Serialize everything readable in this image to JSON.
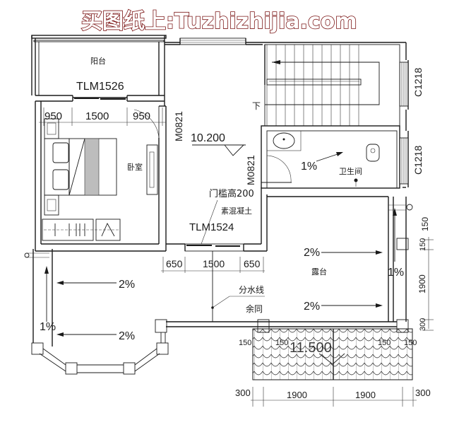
{
  "watermark": {
    "text": "买图纸上:Tuzhizhijia.com",
    "color": "#7a1414"
  },
  "rooms": {
    "balcony": {
      "label": "阳台",
      "door": "TLM1526"
    },
    "bedroom": {
      "label": "卧室",
      "door": "M0821",
      "dims": [
        "950",
        "1500",
        "950"
      ]
    },
    "hall": {
      "elevation": "10.200",
      "door_right": "M0821",
      "threshold_note": "门槛高200",
      "material_note": "素混凝土",
      "door_bottom": "TLM1524"
    },
    "stair": {
      "down_label": "下",
      "window": "C1218"
    },
    "bathroom": {
      "label": "卫生间",
      "slope": "1%",
      "window": "C1218"
    },
    "terrace": {
      "label": "露台",
      "slopes": [
        "2%",
        "2%"
      ],
      "gutter_slope": "1%"
    },
    "left_terrace": {
      "slopes": [
        "2%",
        "2%"
      ],
      "gutter_slope": "1%"
    }
  },
  "annotations": {
    "divide_line": "分水线",
    "same_rest": "余同",
    "roof_elevation": "11.500"
  },
  "dimensions": {
    "hall_bottom": [
      "650",
      "1500",
      "650"
    ],
    "right_vertical": [
      "150",
      "150",
      "1900",
      "300"
    ],
    "roof_small": [
      "150",
      "150",
      "150",
      "150"
    ],
    "bottom": [
      "300",
      "1900",
      "1900",
      "300"
    ]
  }
}
